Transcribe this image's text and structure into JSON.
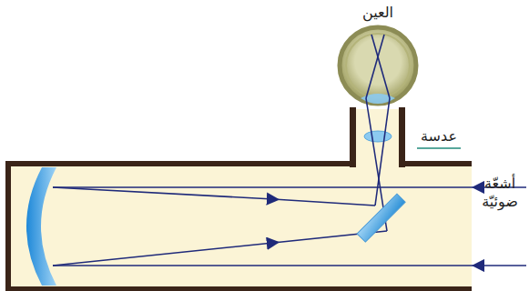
{
  "diagram": {
    "labels": [
      "العين",
      "عدسة",
      "أشعّة ضوئيّة"
    ]
  }
}
